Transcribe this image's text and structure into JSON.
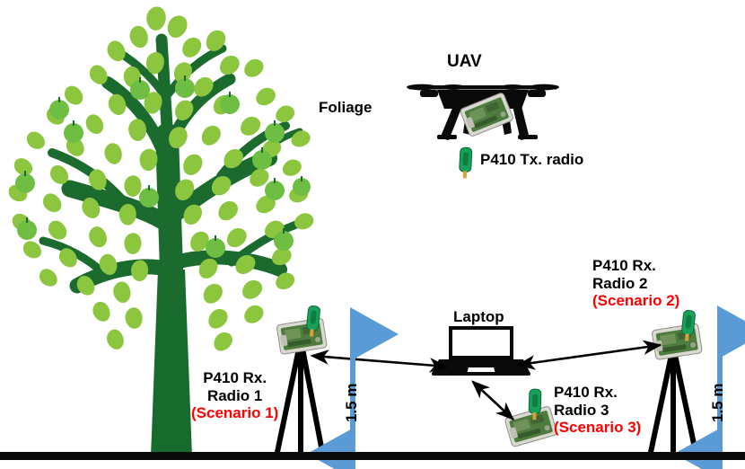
{
  "diagram": {
    "title": "UAV foliage propagation measurement setup",
    "ground_label": "ground-line",
    "colors": {
      "leaf_light": "#8CC63F",
      "branch_dark": "#1B6B2E",
      "trunk_dark": "#176B2C",
      "arrow_blue": "#5B9BD5",
      "text_black": "#000000",
      "text_red": "#FF0000",
      "pcb_green": "#4E7C3F",
      "antenna_green": "#16A05A",
      "device_case": "#CFCFC4"
    }
  },
  "labels": {
    "uav": "UAV",
    "foliage": "Foliage",
    "tx_radio": "P410 Tx. radio",
    "laptop": "Laptop",
    "rx1_line1": "P410 Rx.",
    "rx1_line2": "Radio 1",
    "rx1_scenario": "(Scenario 1)",
    "rx2_line1": "P410 Rx.",
    "rx2_line2": "Radio 2",
    "rx2_scenario": "(Scenario 2)",
    "rx3_line1": "P410 Rx.",
    "rx3_line2": "Radio 3",
    "rx3_scenario": "(Scenario 3)",
    "height_left": "1.5 m",
    "height_right": "1.5 m"
  },
  "elements": {
    "tree": "foliage-tree",
    "drone": "uav-drone",
    "laptop": "laptop-device",
    "tripod_left": "tripod-stand-left",
    "tripod_right": "tripod-stand-right",
    "radio_tx": "p410-tx-radio-module",
    "radio_rx1": "p410-rx-radio-1-module",
    "radio_rx2": "p410-rx-radio-2-module",
    "radio_rx3": "p410-rx-radio-3-module",
    "link_rx1_laptop": "link-arrow-radio1-laptop",
    "link_rx2_laptop": "link-arrow-radio2-laptop",
    "link_rx3_laptop": "link-arrow-radio3-laptop",
    "dim_left": "height-dimension-left",
    "dim_right": "height-dimension-right"
  }
}
